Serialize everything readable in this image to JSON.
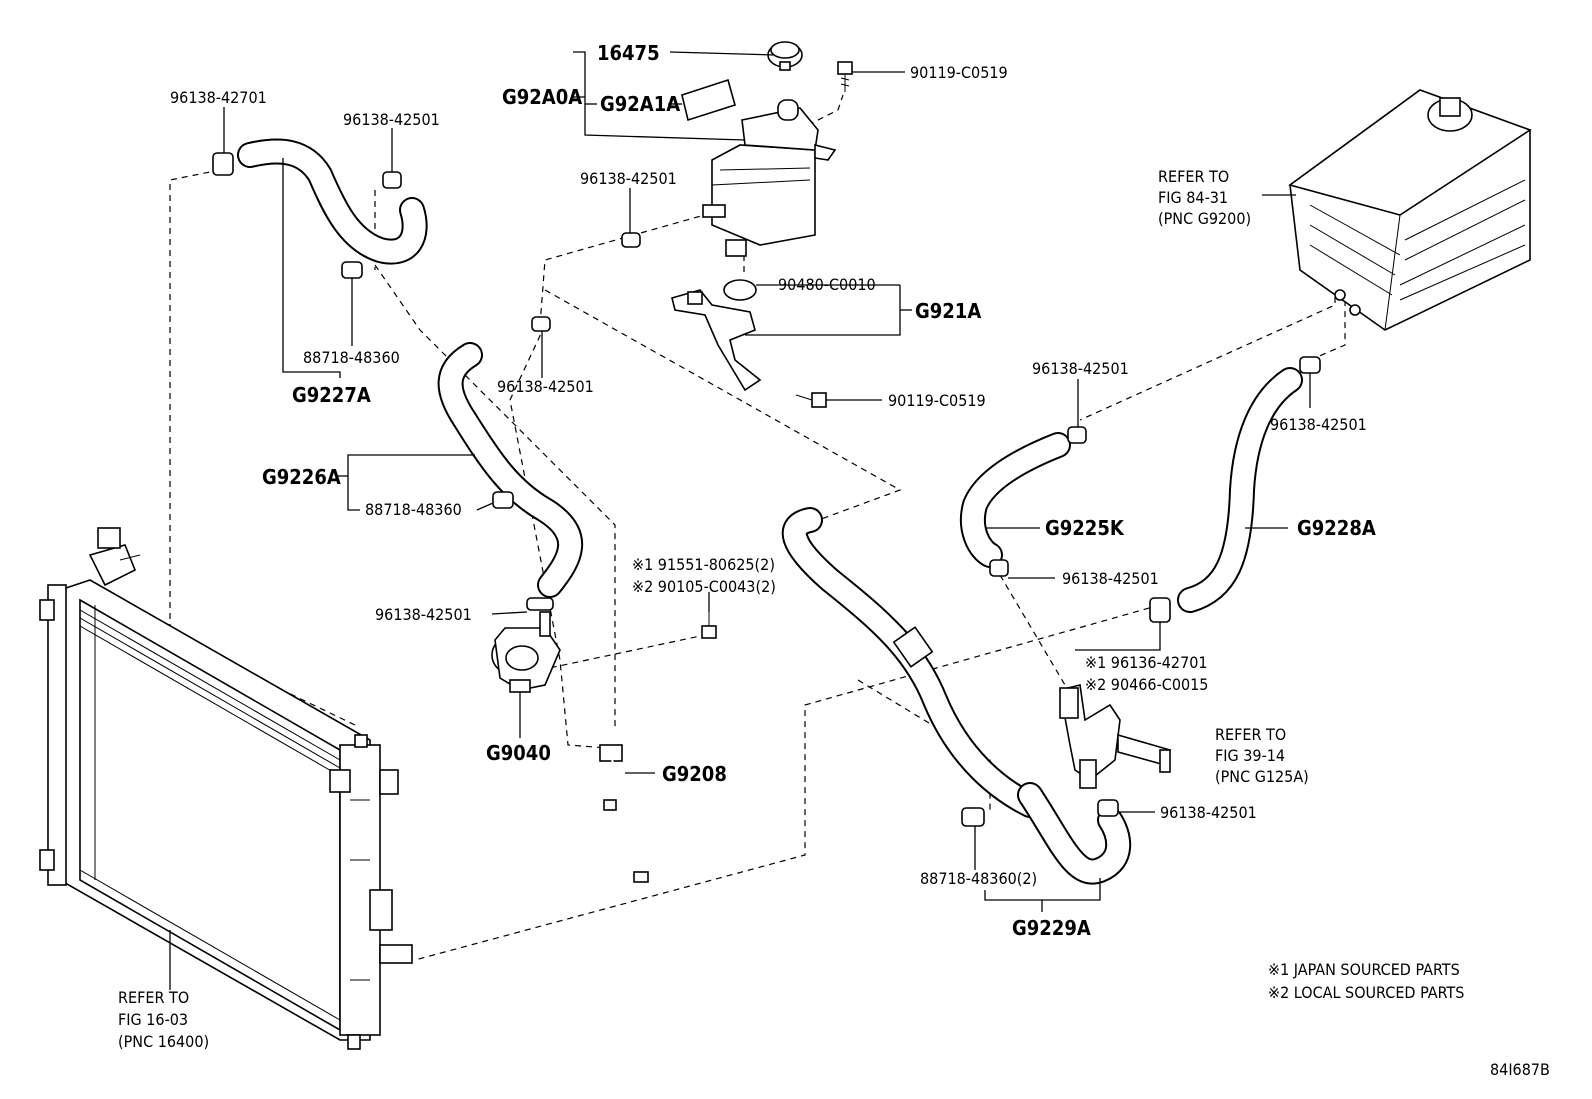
{
  "diagram_code": "84I687B",
  "notes": {
    "note1": "※1 JAPAN SOURCED PARTS",
    "note2": "※2 LOCAL SOURCED PARTS"
  },
  "labels": {
    "p16475": "16475",
    "g92a0a": "G92A0A",
    "g92a1a": "G92A1A",
    "p90119_top": "90119-C0519",
    "p96138_42701_top": "96138-42701",
    "p96138_42501_a": "96138-42501",
    "p96138_42501_b": "96138-42501",
    "p90480": "90480-C0010",
    "g921a": "G921A",
    "p88718_a": "88718-48360",
    "p96138_42501_c": "96138-42501",
    "g9227a": "G9227A",
    "p90119_mid": "90119-C0519",
    "p96138_42501_d": "96138-42501",
    "p96138_42501_e": "96138-42501",
    "g9226a": "G9226A",
    "p88718_b": "88718-48360",
    "g9225k": "G9225K",
    "g9228a": "G9228A",
    "p91551": "※1 91551-80625(2)",
    "p90105": "※2 90105-C0043(2)",
    "p96138_42501_f": "96138-42501",
    "p96138_42501_g": "96138-42501",
    "p96136": "※1 96136-42701",
    "p90466": "※2 90466-C0015",
    "g9040": "G9040",
    "g9208": "G9208",
    "p96138_42501_h": "96138-42501",
    "p88718_c": "88718-48360(2)",
    "g9229a": "G9229A"
  },
  "refs": {
    "inverter": [
      "REFER TO",
      "FIG 84-31",
      "(PNC G9200)"
    ],
    "valve": [
      "REFER TO",
      "FIG 39-14",
      "(PNC G125A)"
    ],
    "radiator": [
      "REFER TO",
      "FIG 16-03",
      "(PNC 16400)"
    ]
  },
  "icons": [
    "radiator",
    "inverter-unit",
    "reservoir-tank",
    "water-pump",
    "hose-clamp",
    "bolt",
    "wire-harness",
    "bracket",
    "reservoir-cap"
  ]
}
